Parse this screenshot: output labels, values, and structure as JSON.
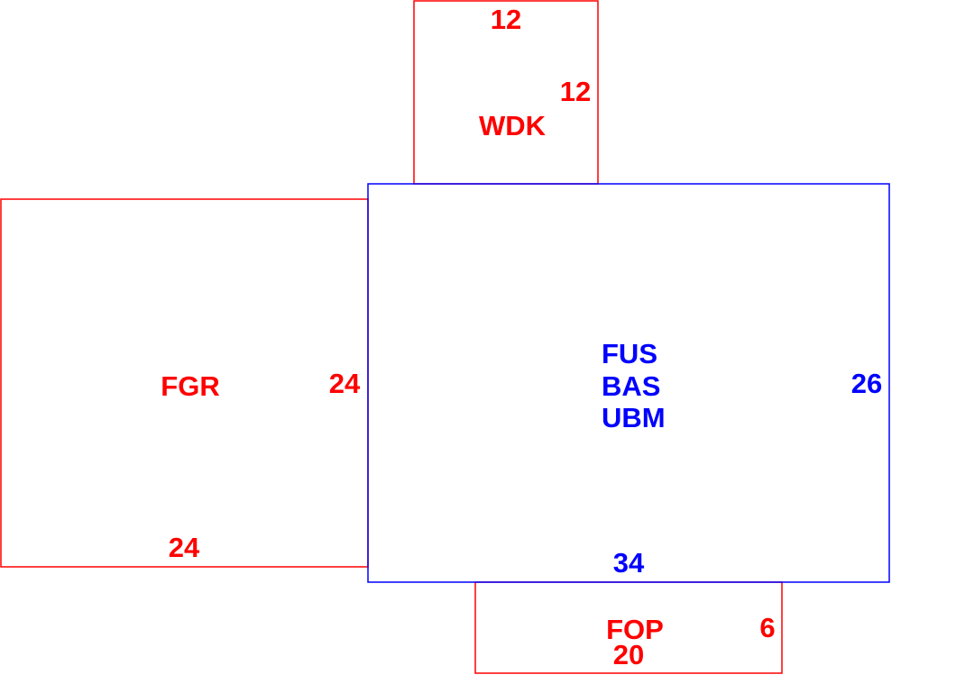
{
  "colors": {
    "secondary": "#ff0000",
    "main": "#0000ff",
    "background": "#ffffff"
  },
  "areas": {
    "wdk": {
      "code": "WDK",
      "dim_top": "12",
      "dim_side": "12"
    },
    "fgr": {
      "code": "FGR",
      "dim_side": "24",
      "dim_bottom": "24"
    },
    "main": {
      "codes": [
        "FUS",
        "BAS",
        "UBM"
      ],
      "dim_side": "26",
      "dim_bottom": "34"
    },
    "fop": {
      "code": "FOP",
      "dim_side": "6",
      "dim_bottom": "20"
    }
  }
}
